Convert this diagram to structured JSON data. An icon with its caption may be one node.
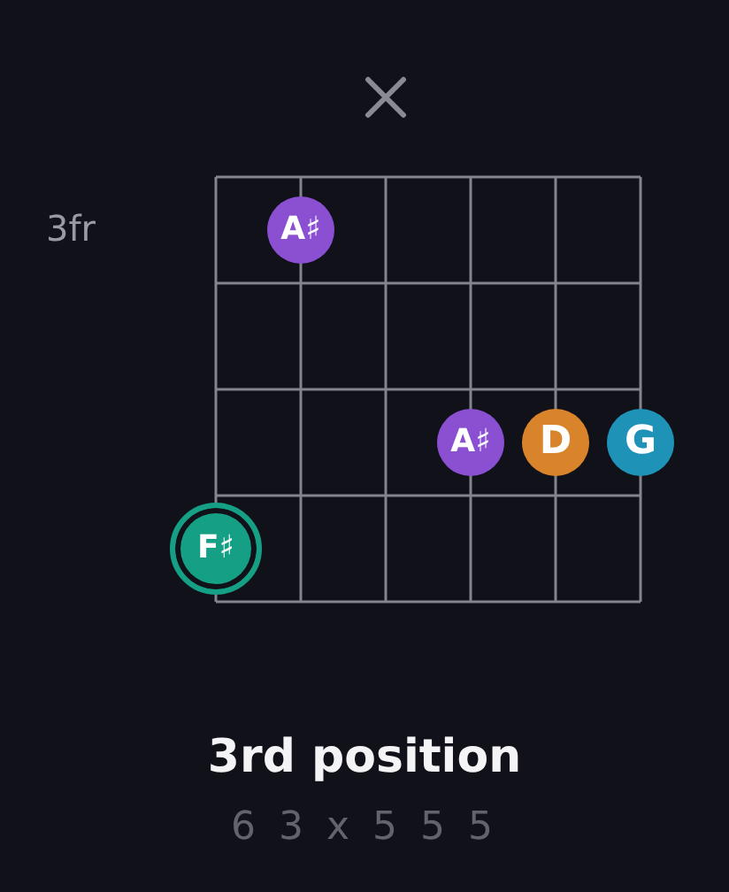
{
  "diagram": {
    "title": "3rd position",
    "nodes": [
      {
        "text": [
          "A♯"
        ]
      },
      {
        "text": [
          "A♯"
        ]
      },
      {
        "text": [
          "D"
        ]
      },
      {
        "text": [
          "G"
        ]
      },
      {
        "text": [
          "F♯"
        ]
      }
    ],
    "labels": [
      "3fr",
      "6 3 x 5 5 5"
    ]
  }
}
